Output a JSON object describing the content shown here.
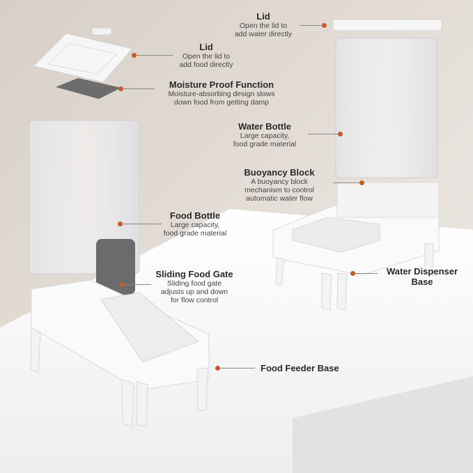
{
  "callouts": {
    "lid_water": {
      "title": "Lid",
      "desc": [
        "Open the lid to",
        "add water directly"
      ]
    },
    "lid_food": {
      "title": "Lid",
      "desc": [
        "Open the lid to",
        "add food  directly"
      ]
    },
    "moisture": {
      "title": "Moisture Proof Function",
      "desc": [
        "Moisture-absorbing design slows",
        "down food from getting damp"
      ]
    },
    "water_bottle": {
      "title": "Water Bottle",
      "desc": [
        "Large capacity,",
        "food grade material"
      ]
    },
    "buoyancy": {
      "title": "Buoyancy Block",
      "desc": [
        "A buoyancy block",
        "mechanism to control",
        "automatic water flow"
      ]
    },
    "food_bottle": {
      "title": "Food Bottle",
      "desc": [
        "Large capacity,",
        "food grade material"
      ]
    },
    "water_base": {
      "title": "Water Dispenser Base",
      "title_lines": [
        "Water Dispenser",
        "Base"
      ]
    },
    "sliding_gate": {
      "title": "Sliding Food Gate",
      "desc": [
        "Sliding food gate",
        "adjusts up and down",
        "for flow control"
      ]
    },
    "food_base": {
      "title": "Food Feeder Base"
    }
  },
  "colors": {
    "accent": "#c75b2a",
    "background": "#ece9e5",
    "table": "#f4f4f4",
    "plastic_white": "#f7f7f7",
    "gate_gray": "#6b6b6b"
  }
}
